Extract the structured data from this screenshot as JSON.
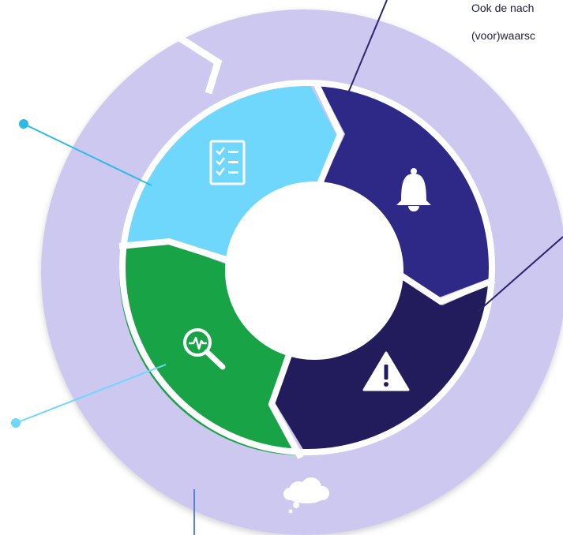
{
  "captions": {
    "line1": "Ook de nach",
    "line2": "(voor)waarsc"
  },
  "colors": {
    "outer_ring": "#cdc8f0",
    "segment_light_blue": "#6fd6fc",
    "segment_indigo": "#2e2886",
    "segment_navy": "#221c5c",
    "segment_green": "#18a446",
    "separator": "#ffffff",
    "leader_dark": "#2b2570",
    "leader_cyan": "#2bb9e6",
    "leader_blue": "#5b7de8"
  },
  "segments": [
    {
      "id": "plan",
      "icon": "checklist-icon"
    },
    {
      "id": "alert",
      "icon": "bell-icon"
    },
    {
      "id": "warning",
      "icon": "warning-icon"
    },
    {
      "id": "analyse",
      "icon": "magnifier-pulse-icon"
    }
  ],
  "outer_icon": "thought-cloud-icon"
}
